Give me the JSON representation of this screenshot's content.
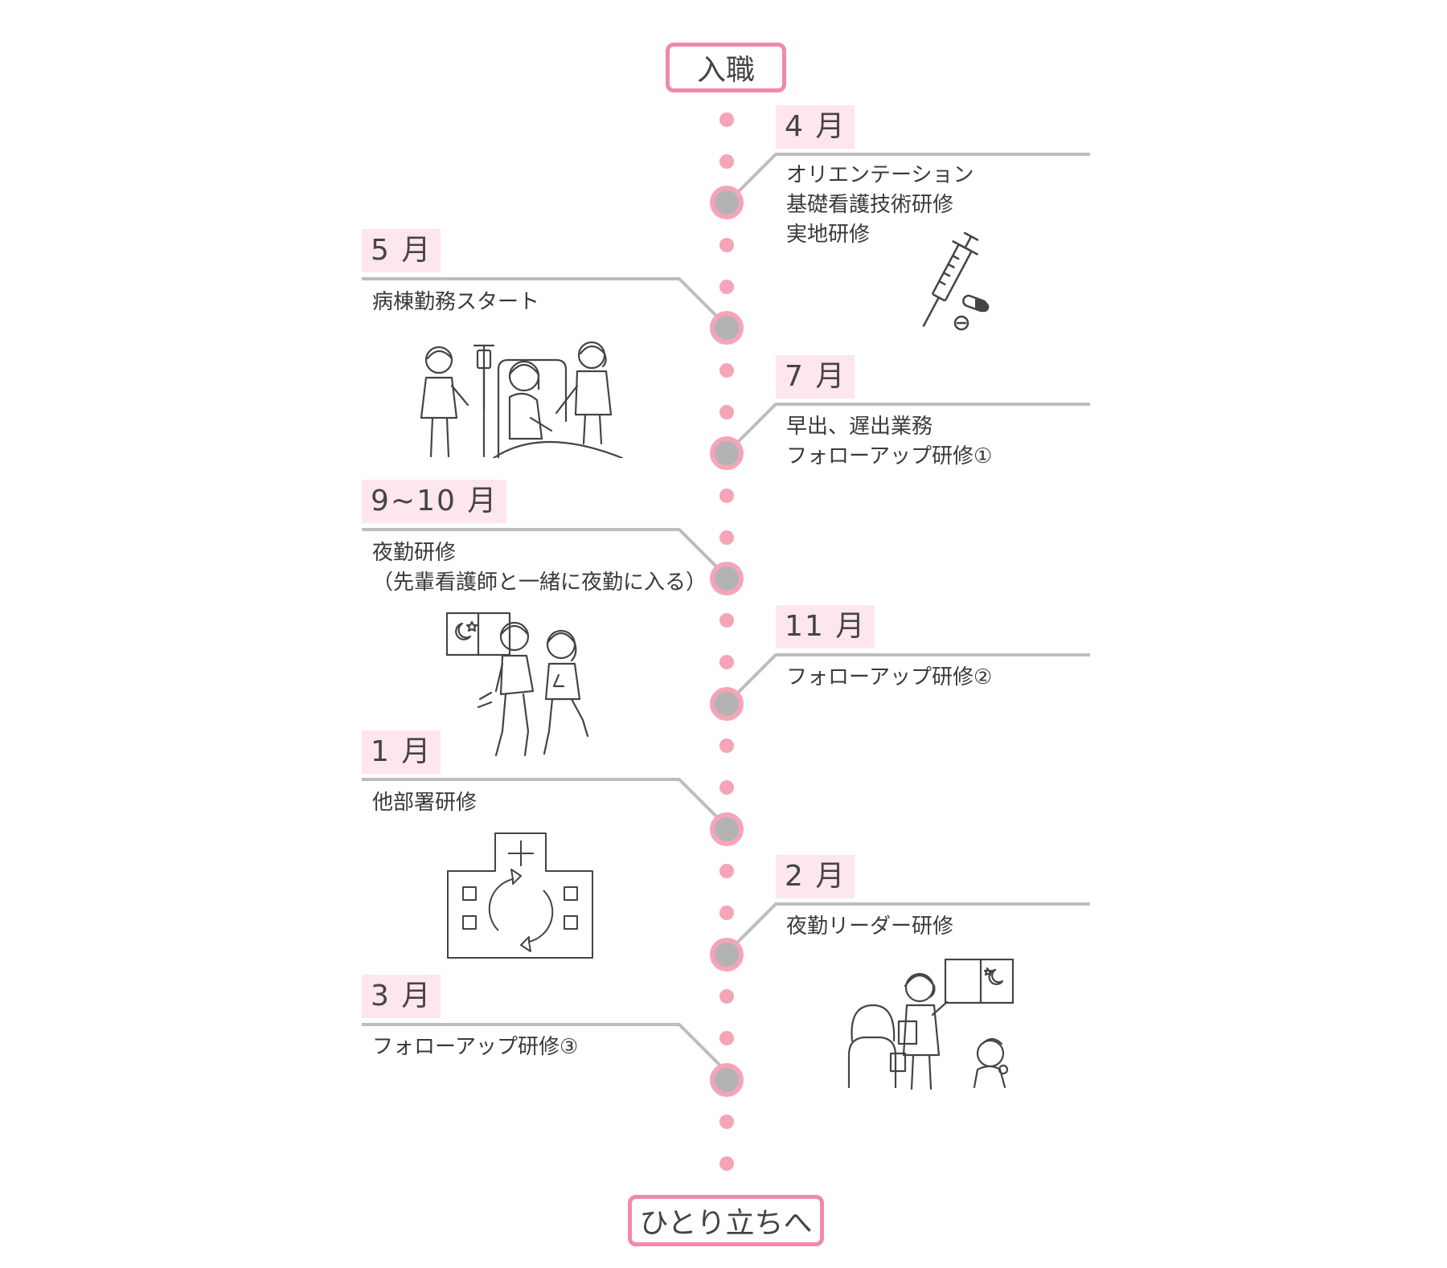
{
  "start_label": "入職",
  "end_label": "ひとり立ちへ",
  "events": [
    {
      "month": "4 月",
      "lines": [
        "オリエンテーション",
        "基礎看護技術研修",
        "実地研修"
      ],
      "side": "right",
      "illustration": "syringe-and-capsule-icon"
    },
    {
      "month": "5 月",
      "lines": [
        "病棟勤務スタート"
      ],
      "side": "left",
      "illustration": "nurses-with-patient-illustration"
    },
    {
      "month": "7 月",
      "lines": [
        "早出、遅出業務",
        "フォローアップ研修①"
      ],
      "side": "right"
    },
    {
      "month": "9~10 月",
      "lines": [
        "夜勤研修",
        "（先輩看護師と一緒に夜勤に入る）"
      ],
      "side": "left",
      "illustration": "night-shift-nurses-illustration"
    },
    {
      "month": "11 月",
      "lines": [
        "フォローアップ研修②"
      ],
      "side": "right"
    },
    {
      "month": "1 月",
      "lines": [
        "他部署研修"
      ],
      "side": "left",
      "illustration": "hospital-rotation-icon"
    },
    {
      "month": "2 月",
      "lines": [
        "夜勤リーダー研修"
      ],
      "side": "right",
      "illustration": "night-leader-briefing-illustration"
    },
    {
      "month": "3 月",
      "lines": [
        "フォローアップ研修③"
      ],
      "side": "left"
    }
  ],
  "colors": {
    "accent": "#f08aa6",
    "dot": "#f6a4b8",
    "label_bg": "#fde6ec",
    "node": "#b3b3b3",
    "line": "#bdbdbd"
  }
}
